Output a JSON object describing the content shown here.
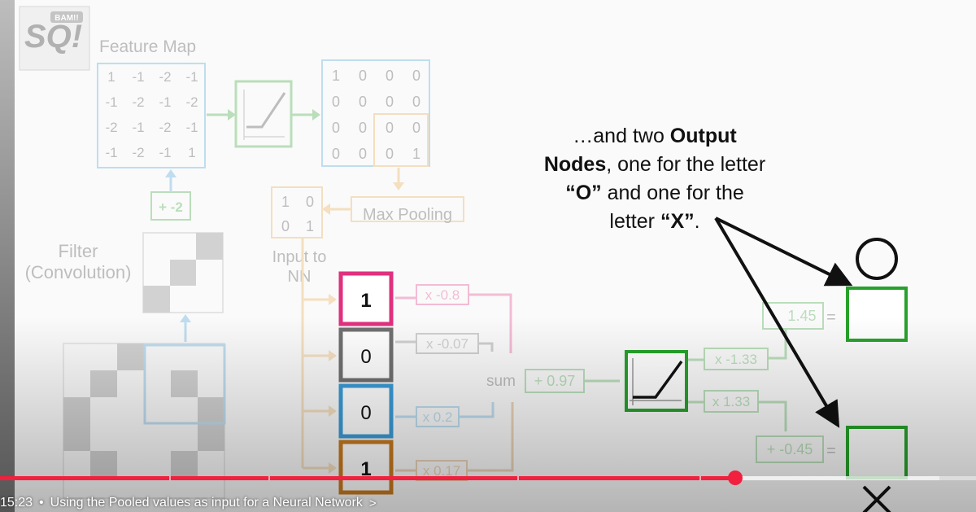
{
  "logo": {
    "text": "SQ!",
    "badge": "BAM!!"
  },
  "feature_map": {
    "title": "Feature Map",
    "rows": [
      [
        "1",
        "-1",
        "-2",
        "-1"
      ],
      [
        "-1",
        "-2",
        "-1",
        "-2"
      ],
      [
        "-2",
        "-1",
        "-2",
        "-1"
      ],
      [
        "-1",
        "-2",
        "-1",
        "1"
      ]
    ]
  },
  "bias_conv": "+ -2",
  "filter_label": [
    "Filter",
    "(Convolution)"
  ],
  "relu_map": {
    "rows": [
      [
        "1",
        "0",
        "0",
        "0"
      ],
      [
        "0",
        "0",
        "0",
        "0"
      ],
      [
        "0",
        "0",
        "0",
        "0"
      ],
      [
        "0",
        "0",
        "0",
        "1"
      ]
    ]
  },
  "max_pooling_label": "Max Pooling",
  "pooled": {
    "rows": [
      [
        "1",
        "0"
      ],
      [
        "0",
        "1"
      ]
    ]
  },
  "input_label": [
    "Input to",
    "NN"
  ],
  "inputs": [
    "1",
    "0",
    "0",
    "1"
  ],
  "weights": [
    "x -0.8",
    "x -0.07",
    "x 0.2",
    "x 0.17"
  ],
  "sum_label": "sum",
  "hidden_bias": "+ 0.97",
  "output_weights": [
    "x -1.33",
    "x 1.33"
  ],
  "output_biases": [
    "1.45",
    "+ -0.45"
  ],
  "equals": "=",
  "annotation": {
    "l1": "…and two ",
    "l1b": "Output",
    "l2b": "Nodes",
    "l2": ", one for the letter",
    "l3b": "“O”",
    "l3": " and one for the",
    "l4": "letter ",
    "l4b": "“X”",
    "l4e": "."
  },
  "colors": {
    "pink": "#e0307e",
    "gray": "#707070",
    "blue": "#3b9bd6",
    "orange": "#c77a20",
    "green": "#28a12c",
    "progress": "#f0203e"
  },
  "player": {
    "time": "15:23",
    "separator": "•",
    "chapter": "Using the Pooled values as input for a Neural Network",
    "chevron": ">",
    "progress": 0.753
  }
}
